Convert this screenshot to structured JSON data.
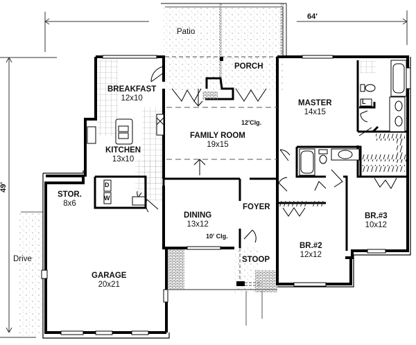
{
  "plan": {
    "overall_width": "64'",
    "overall_depth": "49'",
    "colors": {
      "wall": "#000000",
      "line": "#333333",
      "stipple": "#888888",
      "background": "#ffffff"
    }
  },
  "rooms": {
    "patio": {
      "name": "Patio"
    },
    "porch": {
      "name": "PORCH"
    },
    "breakfast": {
      "name": "BREAKFAST",
      "dim": "12x10"
    },
    "kitchen": {
      "name": "KITCHEN",
      "dim": "13x10"
    },
    "family": {
      "name": "FAMILY ROOM",
      "dim": "19x15",
      "ceiling": "12'Clg."
    },
    "master": {
      "name": "MASTER",
      "dim": "14x15"
    },
    "storage": {
      "name": "STOR.",
      "dim": "8x6"
    },
    "dining": {
      "name": "DINING",
      "dim": "13x12",
      "ceiling": "10' Clg."
    },
    "foyer": {
      "name": "FOYER"
    },
    "br3": {
      "name": "BR.#3",
      "dim": "10x12"
    },
    "br2": {
      "name": "BR.#2",
      "dim": "12x12"
    },
    "stoop": {
      "name": "STOOP"
    },
    "garage": {
      "name": "GARAGE",
      "dim": "20x21"
    },
    "drive": {
      "name": "Drive"
    }
  },
  "fixtures": {
    "dryer": "D",
    "washer": "W",
    "linen": "L"
  }
}
